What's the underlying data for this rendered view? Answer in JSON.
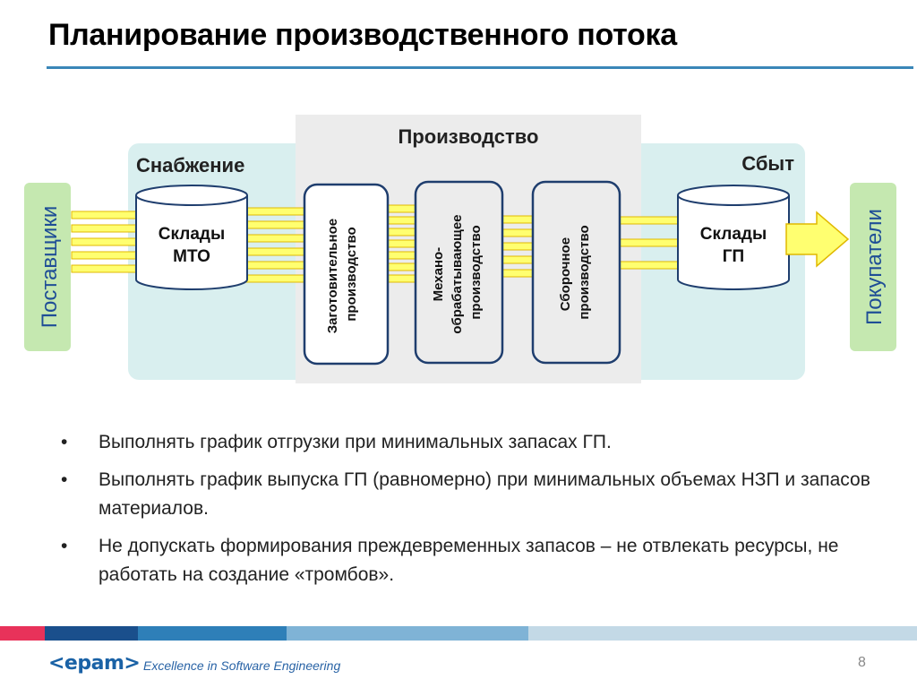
{
  "slide": {
    "title": "Планирование производственного потока",
    "page_number": "8"
  },
  "diagram": {
    "suppliers": "Поставщики",
    "customers": "Покупатели",
    "supply_label": "Снабжение",
    "sales_label": "Сбыт",
    "production_label": "Производство",
    "warehouse_mto": [
      "Склады",
      "МТО"
    ],
    "warehouse_gp": [
      "Склады",
      "ГП"
    ],
    "stage1": [
      "Заготовительное",
      "производство"
    ],
    "stage2": [
      "Механо-",
      "обрабатывающее",
      "производство"
    ],
    "stage3": [
      "Сборочное",
      "производство"
    ],
    "colors": {
      "supply_bg": "#d9efef",
      "production_bg": "#ececec",
      "side_box": "#c5e8b0",
      "side_text": "#1f4e96",
      "arrow_fill": "#ffff70",
      "arrow_stroke": "#e0b800",
      "stage_border": "#1f3e6e"
    }
  },
  "bullets": [
    "Выполнять график отгрузки при минимальных запасах ГП.",
    "Выполнять график выпуска ГП (равномерно) при минимальных объемах НЗП и запасов материалов.",
    "Не допускать формирования преждевременных запасов – не отвлекать ресурсы, не работать на создание «тромбов»."
  ],
  "footer": {
    "logo": "<epam>",
    "tagline": "Excellence in Software Engineering",
    "bar_colors": [
      "#e8325a",
      "#1a4f8c",
      "#2e7fb8",
      "#7fb3d6",
      "#c3d9e6"
    ]
  }
}
